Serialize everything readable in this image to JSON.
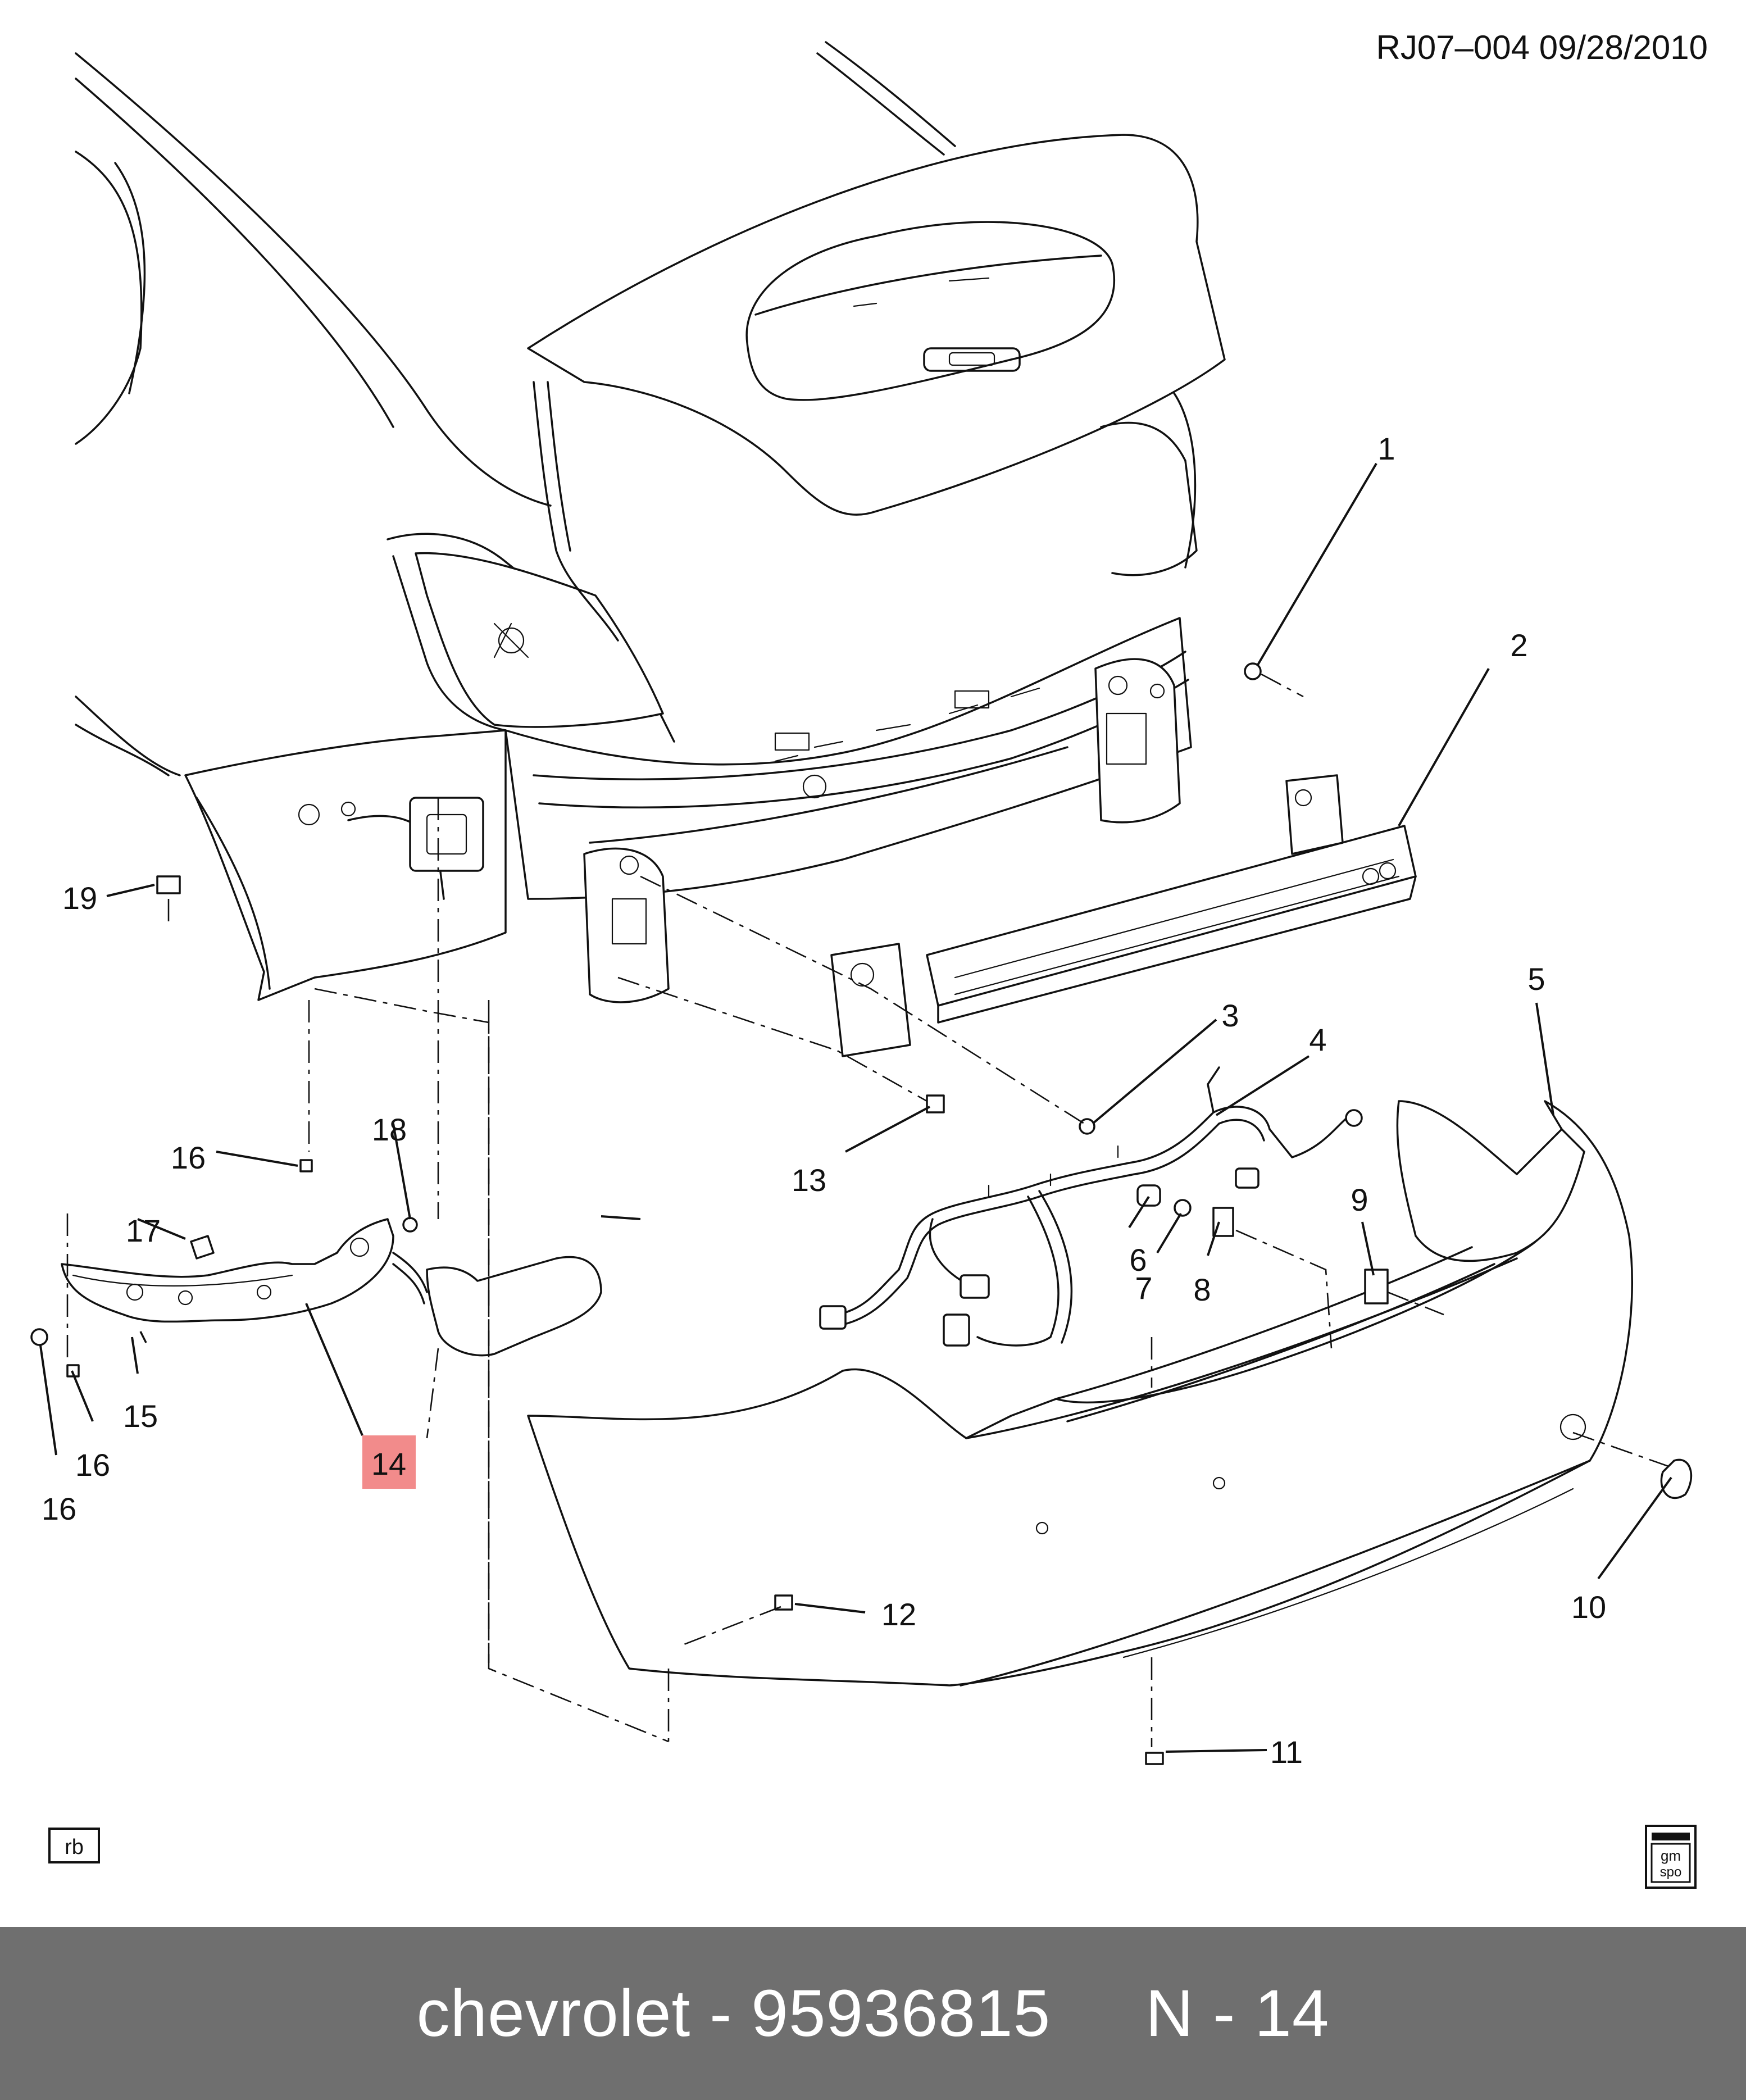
{
  "header": {
    "doc_code": "RJ07–004  09/28/2010"
  },
  "callouts": [
    "1",
    "2",
    "3",
    "4",
    "5",
    "6",
    "7",
    "8",
    "9",
    "10",
    "11",
    "12",
    "13",
    "14",
    "15",
    "16",
    "17",
    "18",
    "19",
    "16",
    "16"
  ],
  "highlighted_callout": "14",
  "badges": {
    "rb": "rb",
    "gmspo_top": "gm",
    "gmspo_bottom": "spo"
  },
  "footer": {
    "text": "chevrolet - 95936815     N - 14"
  },
  "colors": {
    "highlight": "#f28b8b",
    "footer_bg": "#6f6f6f",
    "footer_text": "#ffffff"
  }
}
